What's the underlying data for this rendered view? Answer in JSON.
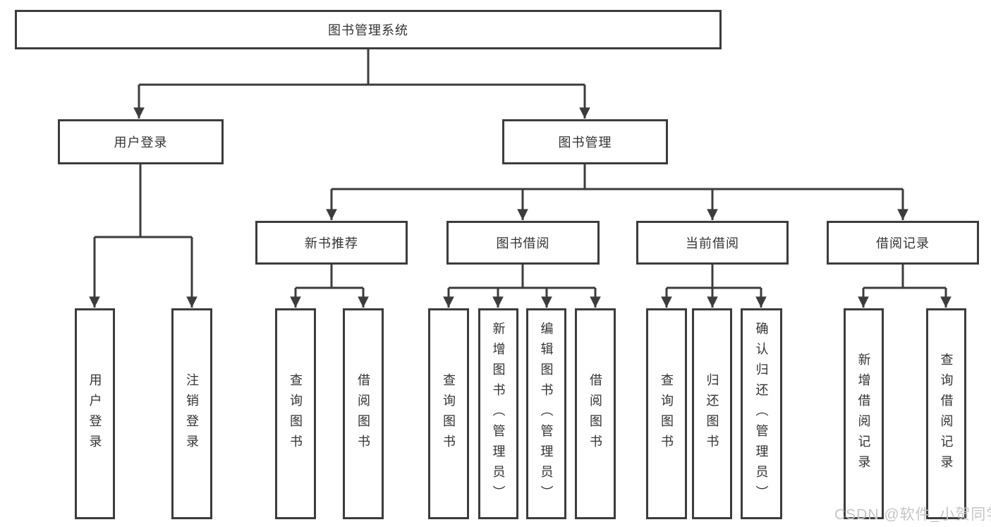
{
  "diagram": {
    "root": "图书管理系统",
    "level2": {
      "login": "用户登录",
      "management": "图书管理"
    },
    "level3": {
      "recommend": "新书推荐",
      "borrow": "图书借阅",
      "current": "当前借阅",
      "records": "借阅记录"
    },
    "leaves": {
      "login": [
        "用户登录",
        "注销登录"
      ],
      "recommend": [
        "查询图书",
        "借阅图书"
      ],
      "borrow": [
        "查询图书",
        "新增图书（管理员）",
        "编辑图书（管理员）",
        "借阅图书"
      ],
      "current": [
        "查询图书",
        "归还图书",
        "确认归还（管理员）"
      ],
      "records": [
        "新增借阅记录",
        "查询借阅记录"
      ]
    }
  },
  "watermark": "CSDN @软件_小贺同学",
  "colors": {
    "line": "#3c3c3c",
    "text": "#333333",
    "watermark": "#c5c5c5",
    "background": "#ffffff"
  }
}
